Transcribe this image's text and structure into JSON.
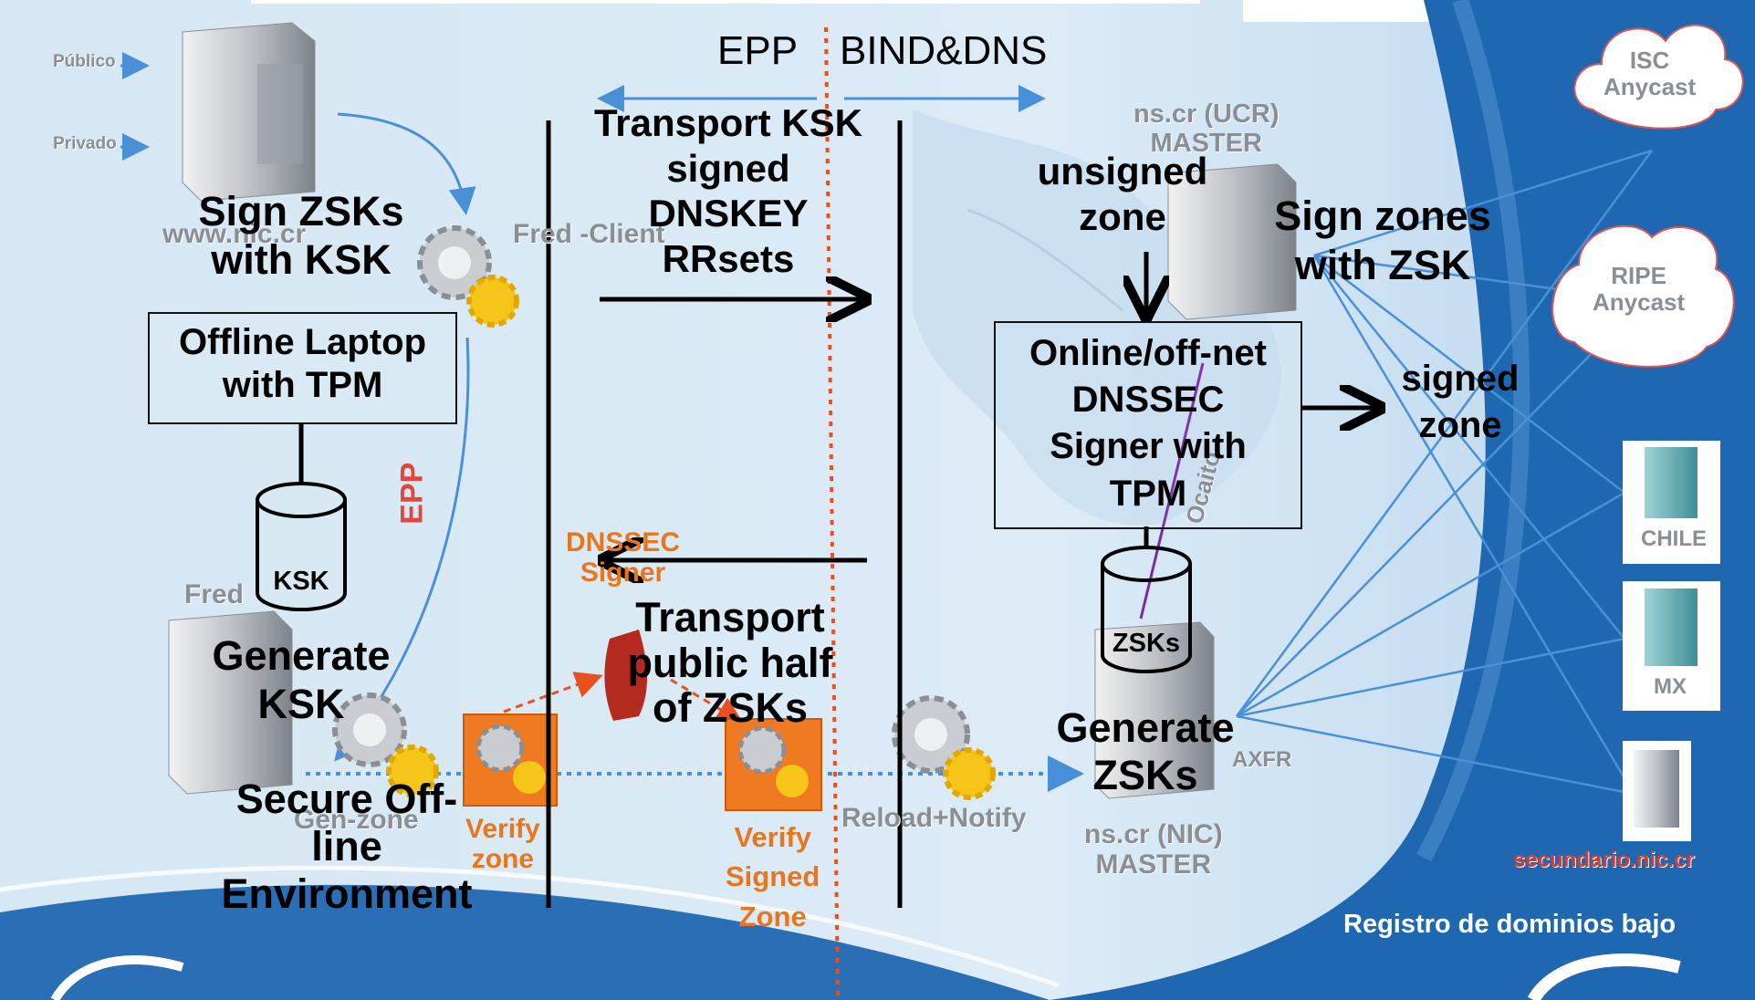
{
  "labels": {
    "epp_top": "EPP",
    "bind_dns": "BIND&DNS",
    "transport_ksk": "Transport KSK\nsigned\nDNSKEY\nRRsets",
    "sign_zsks": "Sign ZSKs\nwith KSK",
    "offline_laptop": "Offline Laptop\nwith TPM",
    "ksk_db": "KSK",
    "generate_ksk": "Generate\nKSK",
    "secure_offline": "Secure Off-\nline\nEnvironment",
    "transport_public": "Transport\npublic half\nof ZSKs",
    "unsigned_zone": "unsigned\nzone",
    "sign_zones": "Sign zones\nwith ZSK",
    "online_signer": "Online/off-net\nDNSSEC\nSigner with\nTPM",
    "signed_zone": "signed\nzone",
    "zsks_db": "ZSKs",
    "generate_zsks": "Generate\nZSKs"
  },
  "background_labels": {
    "publico": "Público",
    "privado": "Privado",
    "www_nic": "www.nic.cr",
    "fred_client": "Fred -Client",
    "epp_side": "EPP",
    "fred": "Fred",
    "gen_zone": "Gen-zone",
    "verify_zone": "Verify\nzone",
    "dnssec_signer": "DNSSEC\nSigner",
    "verify_signed": "Verify\nSigned\nZone",
    "reload_notify": "Reload+Notify",
    "ns_ucr": "ns.cr (UCR)\nMASTER",
    "ocaito": "Ocaito",
    "axfr": "AXFR",
    "ns_nic": "ns.cr (NIC)\nMASTER",
    "isc": "ISC\nAnycast",
    "ripe": "RIPE\nAnycast",
    "chile": "CHILE",
    "mx": "MX",
    "secundario": "secundario.nic.cr",
    "registro": "Registro de dominios bajo"
  },
  "colors": {
    "background": "#cfe3f2",
    "blue_band": "#1f67b0",
    "line_blue": "#4a90d9",
    "orange": "#e8761f",
    "red_dotted": "#e8501f"
  }
}
